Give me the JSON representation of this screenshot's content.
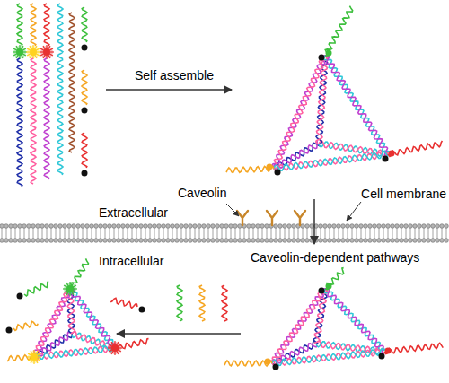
{
  "diagram": {
    "labels": [
      "Self assemble",
      "Extracellular",
      "Caveolin",
      "Cell membrane",
      "Intracellular",
      "Caveolin-dependent pathways"
    ]
  }
}
